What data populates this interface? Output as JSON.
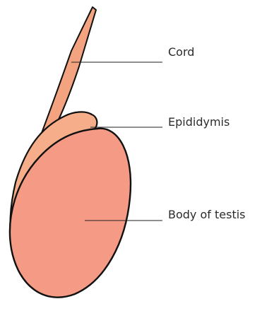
{
  "diagram": {
    "labels": {
      "cord": "Cord",
      "epididymis": "Epididymis",
      "body": "Body of testis"
    },
    "colors": {
      "cord_fill": "#f3a37f",
      "epididymis_fill": "#f6ad89",
      "body_fill": "#f49a85",
      "outline": "#111111",
      "leader": "#222222"
    }
  }
}
